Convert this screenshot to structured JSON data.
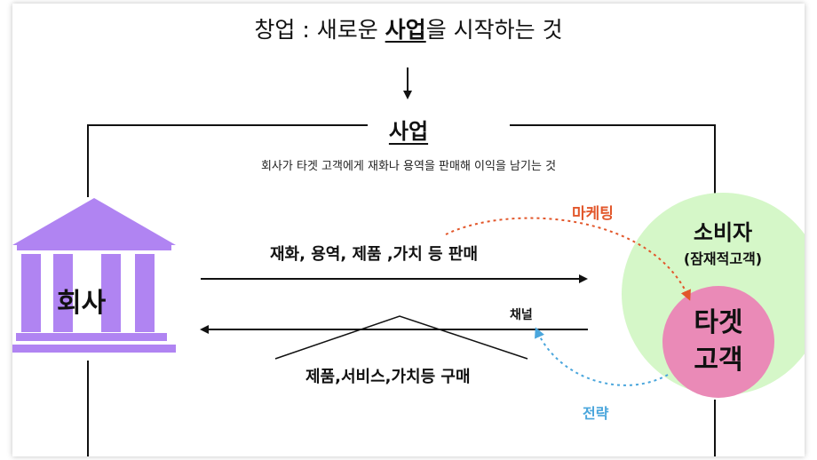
{
  "title": {
    "prefix": "창업 : 새로운 ",
    "keyword": "사업",
    "suffix": "을 시작하는 것"
  },
  "business": {
    "heading": "사업",
    "definition": "회사가 타겟 고객에게 재화나 용역을 판매해 이익을 남기는 것"
  },
  "company": {
    "label": "회사"
  },
  "consumer": {
    "label": "소비자",
    "sublabel": "(잠재적고객)"
  },
  "target": {
    "line1": "타겟",
    "line2": "고객"
  },
  "flows": {
    "sell": "재화, 용역, 제품 ,가치 등 판매",
    "buy": "제품,서비스,가치등 구매",
    "channel": "채널",
    "marketing": "마케팅",
    "strategy": "전략"
  },
  "colors": {
    "building": "#b084f2",
    "consumer_circle": "#d5f7c8",
    "target_circle": "#ea8ab7",
    "marketing": "#e2572b",
    "strategy": "#4aa6dc"
  }
}
